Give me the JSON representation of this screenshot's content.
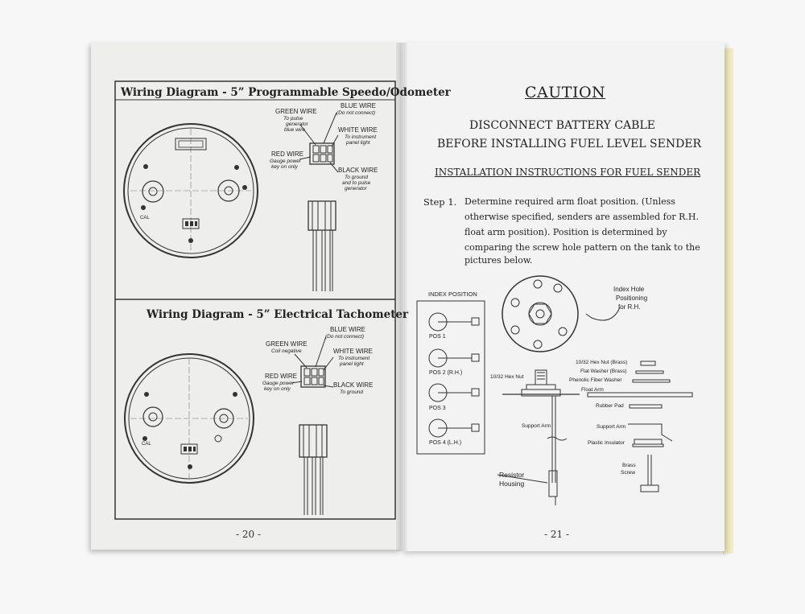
{
  "left_page": {
    "diagram1": {
      "title": "Wiring Diagram - 5” Programmable Speedo/Odometer",
      "green_wire": {
        "name": "GREEN WIRE",
        "desc": [
          "To pulse",
          "generator",
          "blue wire"
        ]
      },
      "blue_wire": {
        "name": "BLUE WIRE",
        "desc": [
          "(Do not connect)"
        ]
      },
      "white_wire": {
        "name": "WHITE WIRE",
        "desc": [
          "To instrument",
          "panel light"
        ]
      },
      "red_wire": {
        "name": "RED WIRE",
        "desc": [
          "Gauge power",
          "key on only"
        ]
      },
      "black_wire": {
        "name": "BLACK WIRE",
        "desc": [
          "To ground",
          "and to pulse",
          "generator"
        ]
      },
      "cal_label": "CAL"
    },
    "diagram2": {
      "title": "Wiring Diagram - 5” Electrical Tachometer",
      "green_wire": {
        "name": "GREEN WIRE",
        "desc": [
          "Coil negative"
        ]
      },
      "blue_wire": {
        "name": "BLUE WIRE",
        "desc": [
          "(Do not connect)"
        ]
      },
      "white_wire": {
        "name": "WHITE WIRE",
        "desc": [
          "To instrument",
          "panel light"
        ]
      },
      "red_wire": {
        "name": "RED WIRE",
        "desc": [
          "Gauge power",
          "key on only"
        ]
      },
      "black_wire": {
        "name": "BLACK WIRE",
        "desc": [
          "To ground"
        ]
      },
      "cal_label": "CAL"
    },
    "page_number": "- 20 -"
  },
  "right_page": {
    "caution": "CAUTION",
    "warning_line1": "DISCONNECT BATTERY CABLE",
    "warning_line2": "BEFORE INSTALLING FUEL LEVEL SENDER",
    "instructions_title": "INSTALLATION INSTRUCTIONS FOR FUEL SENDER",
    "step_label": "Step 1.",
    "step_lines": [
      "Determine required arm float position. (Unless",
      "otherwise specified, senders are assembled for R.H.",
      "float arm position). Position is determined by",
      "comparing the screw hole pattern on the tank to the",
      "pictures below."
    ],
    "index_position": {
      "title": "INDEX POSITION",
      "positions": [
        "POS 1",
        "POS 2 (R.H.)",
        "POS 3",
        "POS 4 (L.H.)"
      ]
    },
    "hole_label": [
      "Index Hole",
      "Positioning",
      "for R.H."
    ],
    "parts": {
      "hex_nut_left": "10/32 Hex Nut",
      "hex_nut_brass": "10/32 Hex Nut (Brass)",
      "flat_washer": "Flat Washer (Brass)",
      "phenolic_washer": "Phenolic Fiber Washer",
      "float_arm": "Float Arm",
      "rubber_pad": "Rubber Pad",
      "support_arm_left": "Support Arm",
      "support_arm_right": "Support Arm",
      "plastic_insulator": "Plastic Insulator",
      "brass_screw": [
        "Brass",
        "Screw"
      ],
      "resistor_housing": [
        "Resistor",
        "Housing"
      ]
    },
    "page_number": "- 21 -"
  }
}
